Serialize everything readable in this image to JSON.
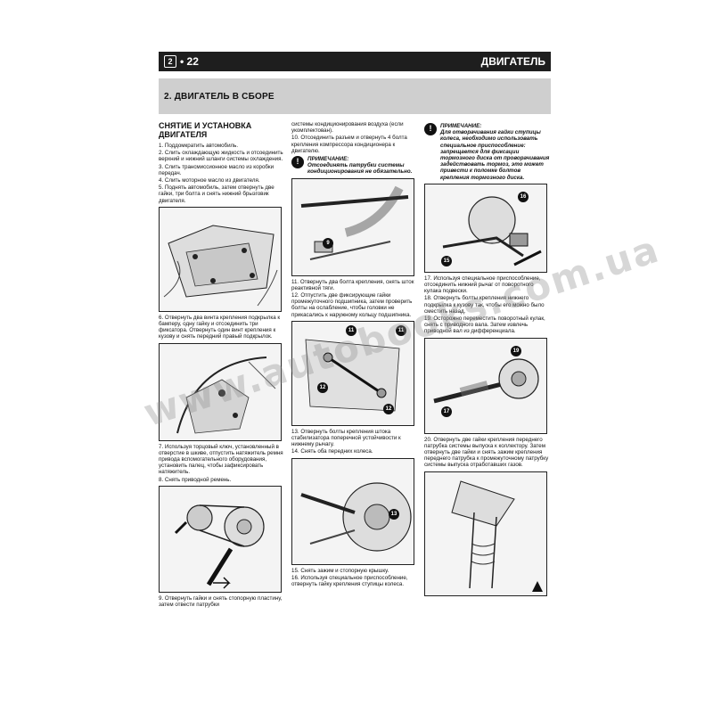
{
  "header": {
    "page_badge": "2",
    "page_number_prefix": "• 22",
    "chapter": "ДВИГАТЕЛЬ"
  },
  "section": {
    "title": "2. ДВИГАТЕЛЬ В СБОРЕ"
  },
  "col1": {
    "title": "СНЯТИЕ И УСТАНОВКА ДВИГАТЕЛЯ",
    "steps": [
      "1. Поддомкратить автомобиль.",
      "2. Слить охлаждающую жидкость и отсоединить верхний и нижний шланги системы охлаждения.",
      "3. Слить трансмиссионное масло из коробки передач.",
      "4. Слить моторное масло из двигателя.",
      "5. Поднять автомобиль, затем отвернуть две гайки, три болта и снять нижний брызговик двигателя."
    ],
    "step6": "6. Отвернуть два винта крепления подкрылка к бамперу, одну гайку и отсоединить три фиксатора. Отвернуть один винт крепления к кузову и снять передний правый подкрылок.",
    "step7": "7. Используя торцовый ключ, установленный в отверстие в шкиве, отпустить натяжитель ремня привода вспомогательного оборудования, установить палец, чтобы зафиксировать натяжитель.",
    "step8": "8. Снять приводной ремень.",
    "step9": "9. Отвернуть гайки и снять стопорную пластину, затем отвести патрубки"
  },
  "col2": {
    "cont": "системы кондиционирования воздуха (если укомплектован).",
    "step10": "10. Отсоединить разъем и отвернуть 4 болта крепления компрессора кондиционера к двигателю.",
    "note_label": "ПРИМЕЧАНИЕ:",
    "note_text": "Отсоединять патрубки системы кондиционирования не обязательно.",
    "step11": "11. Отвернуть два болта крепления, снять шток реактивной тяги.",
    "step12": "12. Отпустить две фиксирующие гайки промежуточного подшипника, затем проверить болты на ослабление, чтобы головки не прикасались к наружному кольцу подшипника.",
    "step13": "13. Отвернуть болты крепления штока стабилизатора поперечной устойчивости к нижнему рычагу.",
    "step14": "14. Снять оба передних колеса.",
    "step15": "15. Снять зажим и стопорную крышку.",
    "step16": "16. Используя специальное приспособление, отвернуть гайку крепления ступицы колеса."
  },
  "col3": {
    "note_label": "ПРИМЕЧАНИЕ:",
    "note_text": "Для отворачивания гайки ступицы колеса, необходимо использовать специальное приспособление: запрещается для фиксации тормозного диска от проворачивания задействовать тормоз, это может привести к поломке болтов крепления тормозного диска.",
    "step17": "17. Используя специальное приспособление, отсоединить нижний рычаг от поворотного кулака подвески.",
    "step18": "18. Отвернуть болты крепления нижнего подкрылка к кузову так, чтобы его можно было сместить назад.",
    "step19": "19. Осторожно переместить поворотный кулак, снять с приводного вала. Затем извлечь приводной вал из дифференциала.",
    "step20": "20. Отвернуть две гайки крепления переднего патрубка системы выпуска к коллектору. Затем отвернуть две гайки и снять зажим крепления переднего патрубка к промежуточному патрубку системы выпуска отработавших газов."
  },
  "callouts": {
    "c9": "9",
    "c11a": "11",
    "c11b": "11",
    "c12a": "12",
    "c12b": "12",
    "c13": "13",
    "c15": "15",
    "c16": "16",
    "c17": "17",
    "c19": "19"
  },
  "watermark": "www.autobooks.com.ua"
}
